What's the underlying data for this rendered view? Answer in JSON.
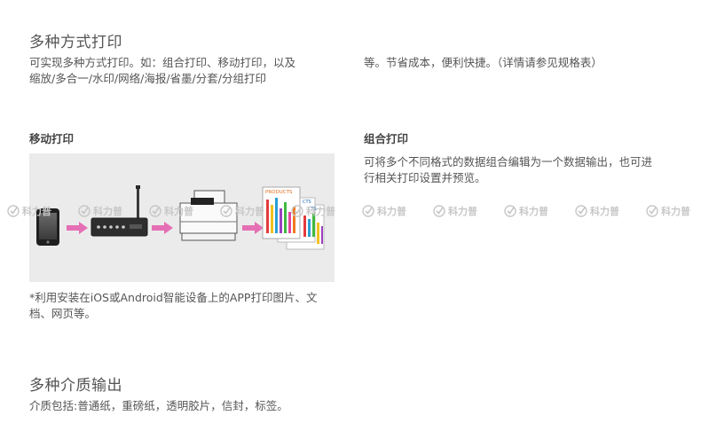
{
  "section1": {
    "title": "多种方式打印",
    "body_left_line1": "可实现多种方式打印。如：组合打印、移动打印，以及",
    "body_left_line2": "缩放/多合一/水印/网络/海报/省墨/分套/分组打印",
    "body_right": "等。节省成本，便利快捷。（详情请参见规格表）"
  },
  "mobile_print": {
    "title": "移动打印",
    "note_line1": "*利用安装在iOS或Android智能设备上的APP打印图片、文",
    "note_line2": "档、网页等。",
    "diagram": {
      "flow": [
        "phone-icon",
        "router-icon",
        "printer-icon",
        "printed-documents-icon"
      ],
      "doc_label_1": "PRODUCTS",
      "doc_label_2": "CTS",
      "doc_label_3": "CTS",
      "arrow_color": "#e56fb4"
    }
  },
  "combo_print": {
    "title": "组合打印",
    "body_line1": "可将多个不同格式的数据组合编辑为一个数据输出，也可进",
    "body_line2": "行相关打印设置并预览。"
  },
  "section2": {
    "title": "多种介质输出",
    "body": "介质包括:普通纸，重磅纸，透明胶片，信封，标签。"
  },
  "watermark": {
    "text": "科力普"
  }
}
